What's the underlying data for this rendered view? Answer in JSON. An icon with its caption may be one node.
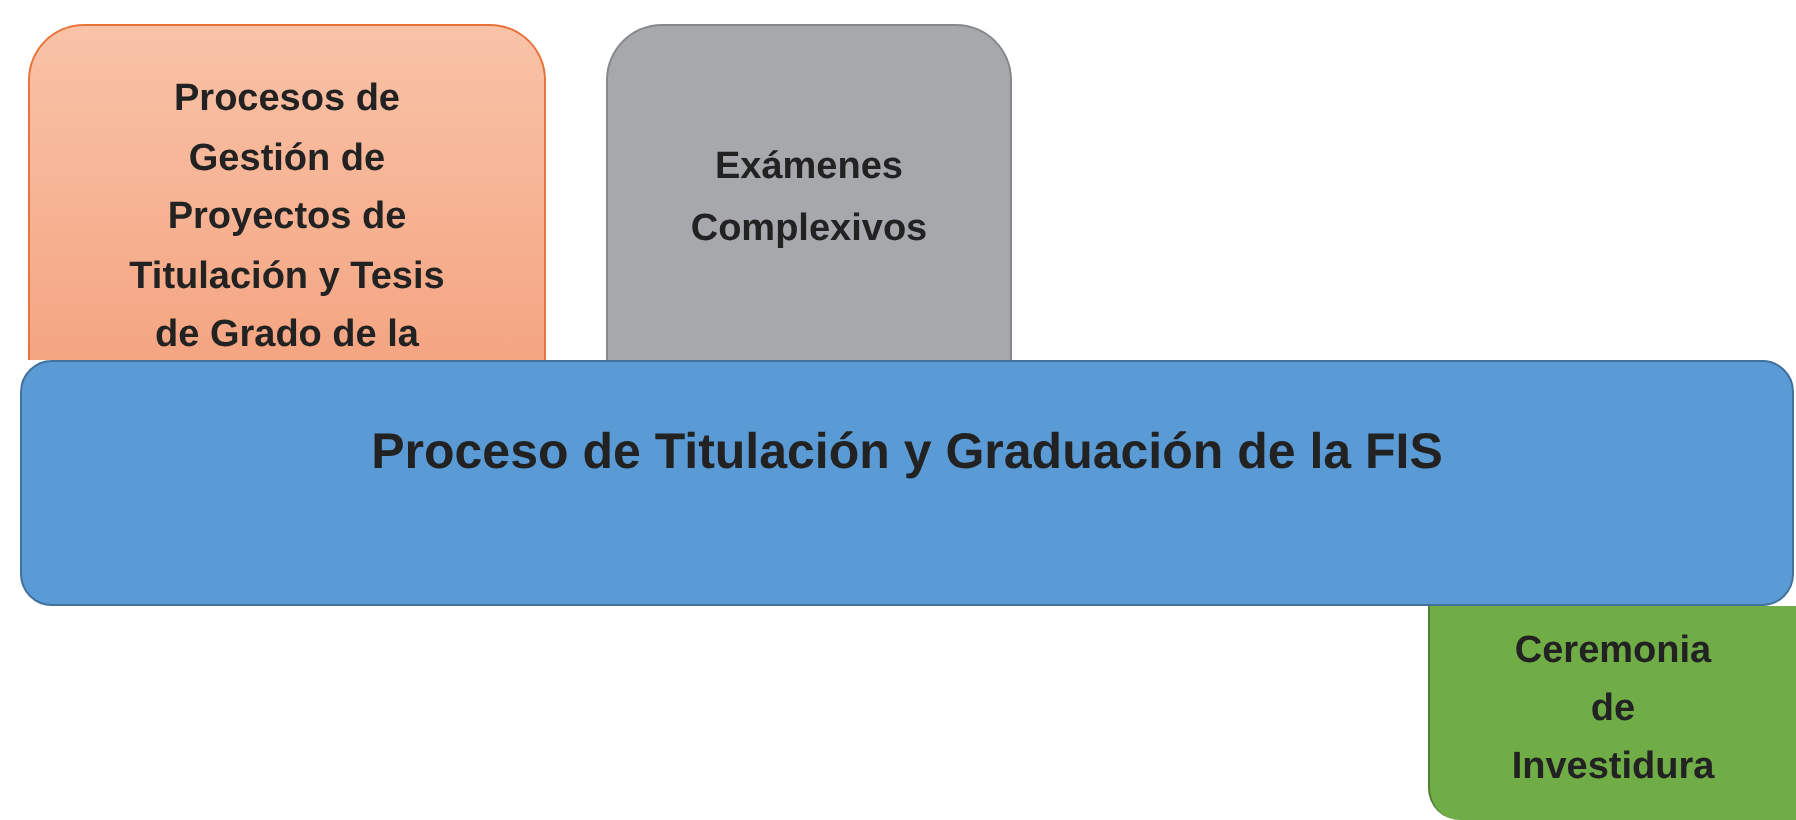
{
  "diagram": {
    "nodes": [
      {
        "text": [
          "Procesos de Gestión de Proyectos de Titulación y Tesis de Grado de la"
        ]
      },
      {
        "text": [
          "Exámenes Complexivos"
        ]
      },
      {
        "text": [
          "Proceso de Titulación y Graduación de la FIS"
        ]
      },
      {
        "text": [
          "Ceremonia de Investidura"
        ]
      }
    ]
  }
}
